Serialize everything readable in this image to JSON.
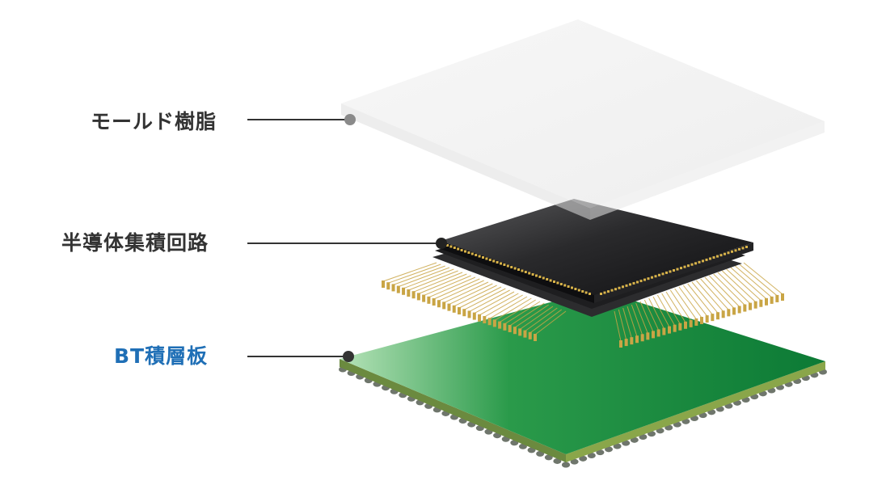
{
  "labels": {
    "mold_resin": "モールド樹脂",
    "semiconductor_ic": "半導体集積回路",
    "bt_laminate": "BT積層板"
  },
  "colors": {
    "label_text": "#333333",
    "bt_label_text": "#1f6fb6",
    "leader_line": "#333333",
    "mold_marker": "#8a8a8a",
    "board_green": "#1a8a3c",
    "chip_black": "#1c1c1e",
    "lead_gold": "#c9a545"
  }
}
